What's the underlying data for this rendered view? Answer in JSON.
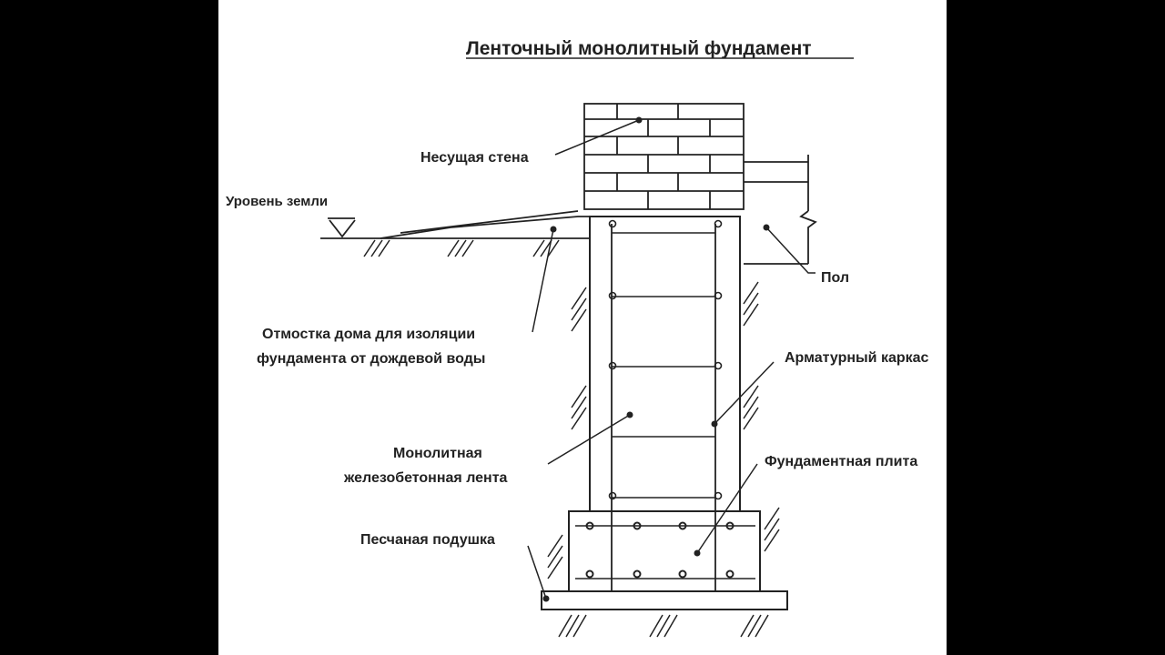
{
  "title": "Ленточный монолитный фундамент",
  "labels": {
    "wall": "Несущая стена",
    "ground": "Уровень земли",
    "floor": "Пол",
    "blind_area_1": "Отмостка дома для изоляции",
    "blind_area_2": "фундамента от дождевой воды",
    "rebar_cage": "Арматурный каркас",
    "strip_1": "Монолитная",
    "strip_2": "железобетонная лента",
    "slab": "Фундаментная плита",
    "sand_cushion": "Песчаная подушка"
  },
  "colors": {
    "ink": "#222222",
    "paper": "#ffffff",
    "frame": "#000000"
  }
}
